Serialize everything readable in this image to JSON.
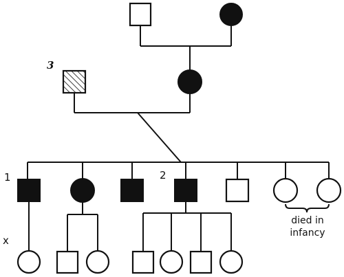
{
  "labels": {
    "individual_3": "3",
    "individual_1": "1",
    "individual_2": "2",
    "generation_marker": "x",
    "note_line1": "died in",
    "note_line2": "infancy"
  },
  "colors": {
    "ink": "#111111",
    "background": "#ffffff"
  },
  "symbols": {
    "gen1": [
      "male-unaffected",
      "female-affected"
    ],
    "gen2": [
      "male-hatched-3",
      "female-affected"
    ],
    "gen3": [
      "male-affected-1",
      "female-affected",
      "male-affected",
      "male-affected-2",
      "male-unaffected",
      "female-unaffected-died-in-infancy",
      "female-unaffected-died-in-infancy"
    ],
    "gen4": [
      "female-unaffected",
      "male-unaffected",
      "female-unaffected",
      "male-unaffected",
      "female-unaffected",
      "male-unaffected",
      "female-unaffected"
    ]
  }
}
